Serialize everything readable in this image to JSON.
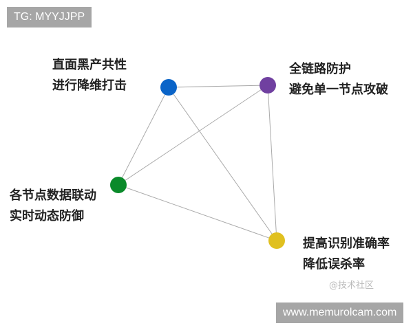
{
  "header_badge": "TG: MYYJJPP",
  "footer_badge": "www.memurolcam.com",
  "watermark": "@技术社区",
  "nodes": [
    {
      "id": "blue",
      "color": "#0a64c8",
      "line1": "直面黑产共性",
      "line2": "进行降维打击"
    },
    {
      "id": "purple",
      "color": "#7040a0",
      "line1": "全链路防护",
      "line2": "避免单一节点攻破"
    },
    {
      "id": "green",
      "color": "#0a8a2a",
      "line1": "各节点数据联动",
      "line2": "实时动态防御"
    },
    {
      "id": "yellow",
      "color": "#e0c020",
      "line1": "提高识别准确率",
      "line2": "降低误杀率"
    }
  ],
  "edges": [
    [
      "blue",
      "purple"
    ],
    [
      "blue",
      "green"
    ],
    [
      "blue",
      "yellow"
    ],
    [
      "purple",
      "green"
    ],
    [
      "purple",
      "yellow"
    ],
    [
      "green",
      "yellow"
    ]
  ],
  "edge_color": "#aaaaaa"
}
